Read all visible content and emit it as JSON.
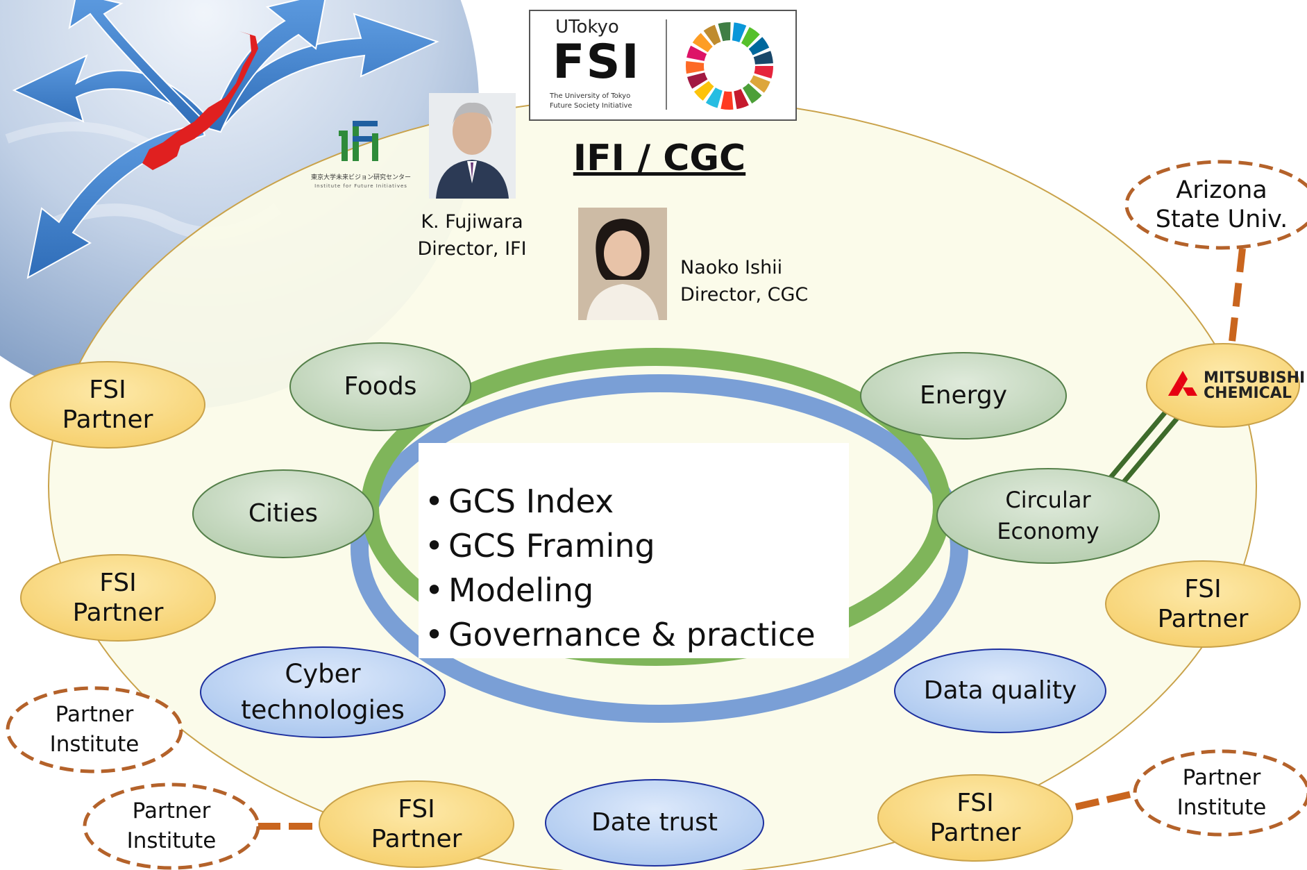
{
  "logo": {
    "utokyo": "UTokyo",
    "fsi": "FSI",
    "subtitle_line1": "The University of Tokyo",
    "subtitle_line2": "Future Society Initiative"
  },
  "ifi_logo": {
    "jp": "東京大学未来ビジョン研究センター",
    "en": "Institute for Future Initiatives"
  },
  "title": "IFI / CGC",
  "people": [
    {
      "name": "K. Fujiwara",
      "role": "Director, IFI"
    },
    {
      "name": "Naoko Ishii",
      "role": "Director, CGC"
    }
  ],
  "themes_green": [
    {
      "id": "foods",
      "label": "Foods"
    },
    {
      "id": "energy",
      "label": "Energy"
    },
    {
      "id": "cities",
      "label": "Cities"
    },
    {
      "id": "circular-economy",
      "label_line1": "Circular",
      "label_line2": "Economy"
    }
  ],
  "themes_blue": [
    {
      "id": "cyber",
      "label_line1": "Cyber",
      "label_line2": "technologies"
    },
    {
      "id": "data-quality",
      "label": "Data quality"
    },
    {
      "id": "date-trust",
      "label": "Date trust"
    }
  ],
  "bullets": [
    "GCS Index",
    "GCS Framing",
    "Modeling",
    "Governance & practice"
  ],
  "fsi_partner": {
    "line1": "FSI",
    "line2": "Partner"
  },
  "partner_institute": {
    "line1": "Partner",
    "line2": "Institute"
  },
  "arizona": {
    "line1": "Arizona",
    "line2": "State Univ."
  },
  "mitsubishi": {
    "line1": "MITSUBISHI",
    "line2": "CHEMICAL"
  },
  "colors": {
    "outer_ellipse": "#fbfbe9",
    "green_ring": "#7fb55a",
    "blue_ring": "#7a9fd6",
    "green_node": "#c9dcc3",
    "blue_node": "#c5d9f5",
    "yellow_node": "#fbde8e",
    "dashed_border": "#b4622a"
  },
  "icons": [
    "globe-icon",
    "japan-arrows-icon",
    "sdg-wheel-icon",
    "ifi-logo-icon",
    "mitsubishi-diamond-icon"
  ]
}
